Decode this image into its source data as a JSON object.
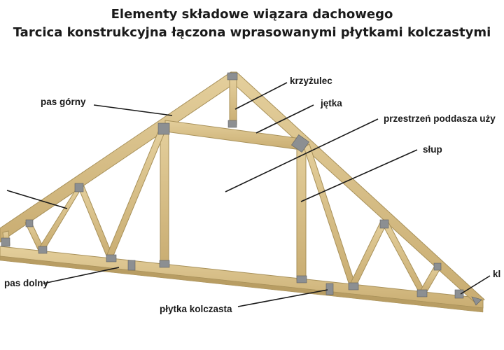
{
  "title_line1": "Elementy składowe wiązara dachowego",
  "title_line2": "Tarcica konstrukcyjna łączona wprasowanymi płytkami kolczastymi",
  "labels": {
    "krzyzulec": "krzyżulec",
    "pas_gorny": "pas górny",
    "jetka": "jętka",
    "przestrzen": "przestrzeń poddasza uży",
    "slup": "słup",
    "pas_dolny": "pas dolny",
    "plytka": "płytka kolczasta",
    "kl": "kl"
  },
  "colors": {
    "wood": "#d8c08a",
    "wood_edge": "#a8915a",
    "plate": "#8c8f92",
    "leader": "#1a1a1a"
  }
}
